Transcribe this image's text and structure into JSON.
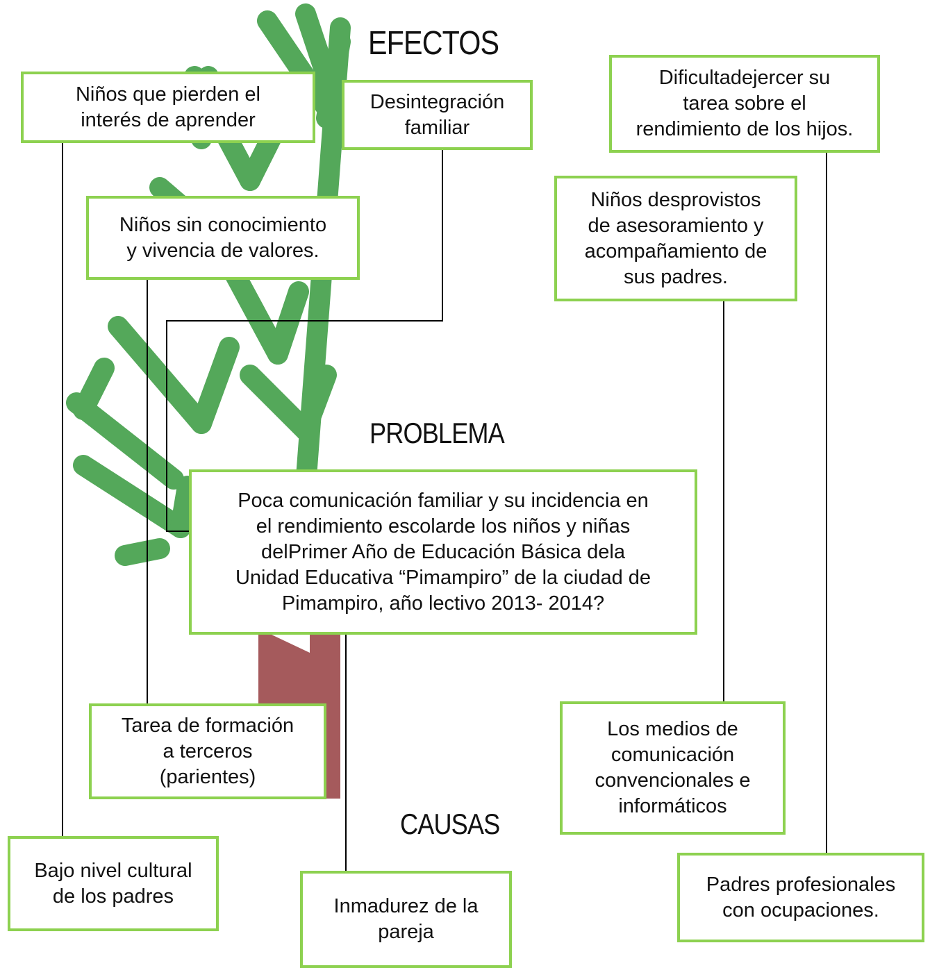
{
  "colors": {
    "box_border": "#8dd150",
    "foliage": "#54a85a",
    "trunk": "#a55a5c",
    "connector": "#000000"
  },
  "headings": {
    "effects": "EFECTOS",
    "problem": "PROBLEMA",
    "causes": "CAUSAS"
  },
  "effects": {
    "e1": "Niños que pierden el\ninterés de aprender",
    "e2": "Desintegración\nfamiliar",
    "e3": "Dificultadejercer su\ntarea sobre el\nrendimiento de los hijos.",
    "e4": "Niños sin conocimiento\ny vivencia de valores.",
    "e5": "Niños desprovistos\nde asesoramiento y\nacompañamiento de\nsus padres."
  },
  "problem": {
    "text": "Poca comunicación familiar y su incidencia en\nel rendimiento escolarde los niños y niñas\ndelPrimer Año de Educación Básica dela\nUnidad Educativa “Pimampiro” de la ciudad de\nPimampiro, año lectivo 2013- 2014?"
  },
  "causes": {
    "c1": "Tarea de formación\na terceros\n(parientes)",
    "c2": "Los medios de\ncomunicación\nconvencionales e\ninformáticos",
    "c3": "Bajo nivel cultural\nde los padres",
    "c4": "Inmadurez de la\npareja",
    "c5": "Padres profesionales\ncon ocupaciones."
  }
}
